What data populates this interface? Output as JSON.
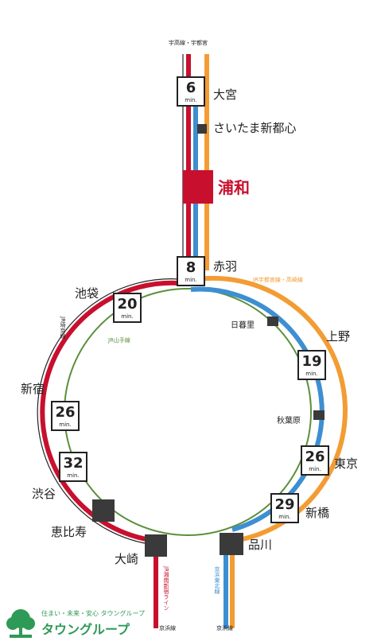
{
  "colors": {
    "keihin_tohoku": "#3d8fd1",
    "saikyo": "#c8102e",
    "yamanote": "#5b8f3a",
    "shonan": "#f39c34",
    "accent_station": "#c8102e",
    "logo_green": "#2e9a57"
  },
  "top_line_label": "宇高線・宇都宮",
  "stations": {
    "omiya": "大宮",
    "saitama_shintoshin": "さいたま新都心",
    "urawa": "浦和",
    "akabane": "赤羽",
    "ikebukuro": "池袋",
    "nippori": "日暮里",
    "ueno": "上野",
    "shinjuku": "新宿",
    "akihabara": "秋葉原",
    "tokyo": "東京",
    "shibuya": "渋谷",
    "shimbashi": "新橋",
    "ebisu": "恵比寿",
    "osaki": "大崎",
    "shinagawa": "品川"
  },
  "times": {
    "omiya": "6",
    "akabane": "8",
    "ikebukuro": "20",
    "ueno": "19",
    "shinjuku": "26",
    "tokyo": "26",
    "shibuya": "32",
    "shimbashi": "29",
    "unit": "min."
  },
  "line_labels": {
    "shonan_shinjuku": "JR宇都宮線・高崎線",
    "yamanote": "JR山手線",
    "saikyo": "JR埼京線",
    "rinkai": "JR湘南新宿ライン",
    "rinkai_bottom": "京浜線",
    "keihin": "京浜東北線",
    "keihin_bottom": "京浜線"
  },
  "logo": {
    "tagline": "住まい・未来・安心 タウングループ",
    "name": "タウングループ"
  }
}
